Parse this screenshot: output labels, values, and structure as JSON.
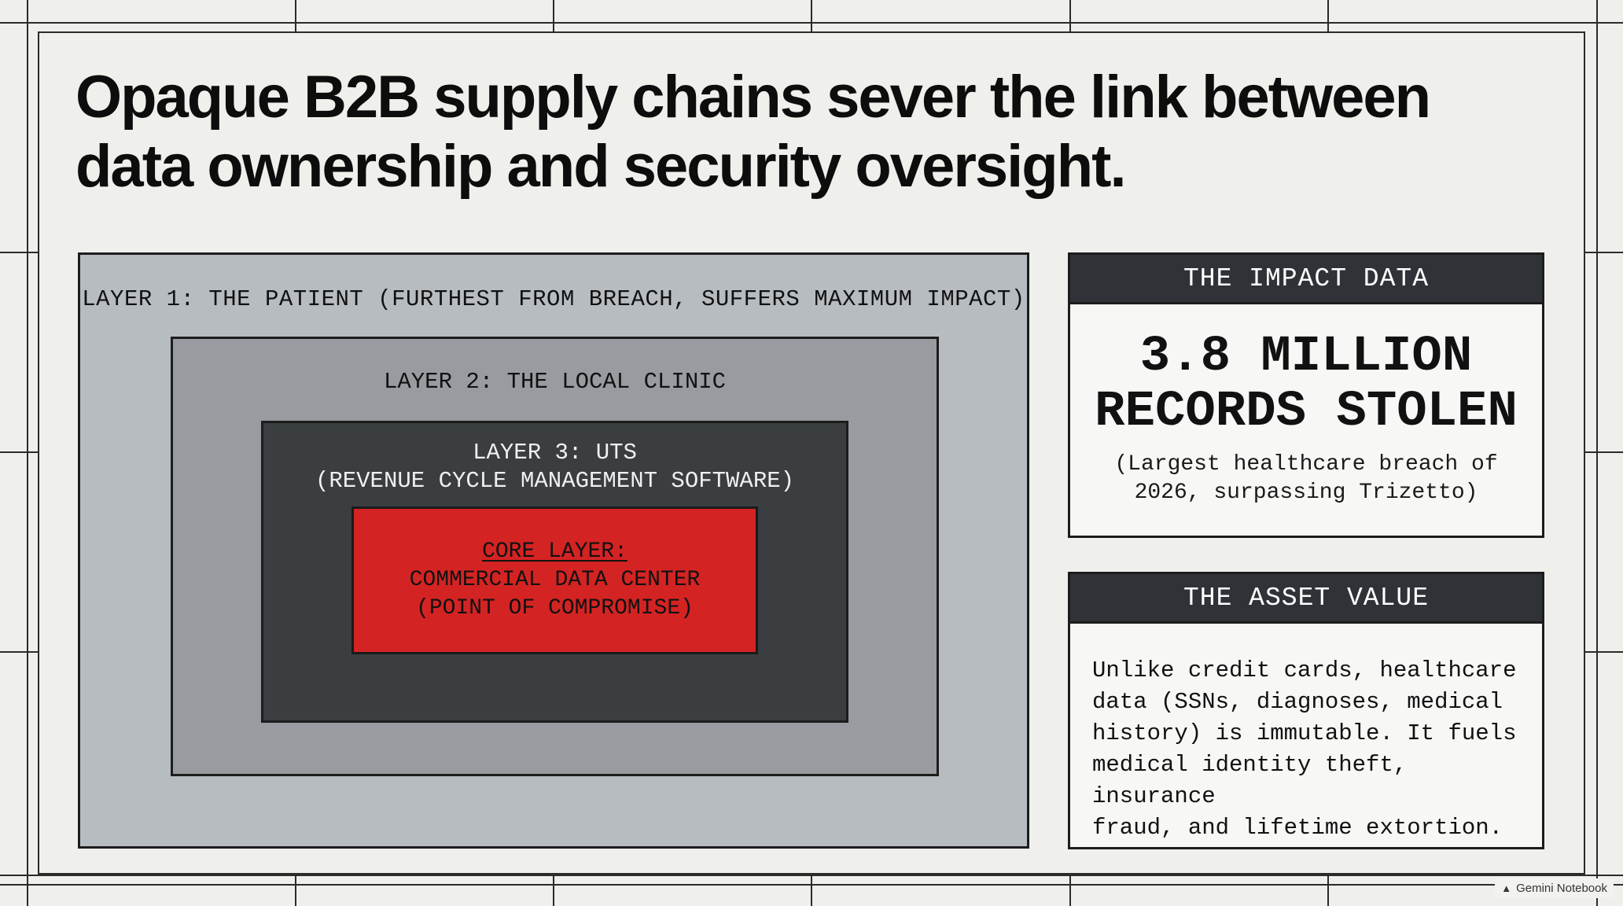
{
  "title": "Opaque B2B supply chains sever the link between data ownership and security oversight.",
  "diagram": {
    "layer1": {
      "label": "LAYER 1: THE PATIENT (FURTHEST FROM BREACH, SUFFERS MAXIMUM IMPACT)"
    },
    "layer2": {
      "label": "LAYER 2: THE LOCAL CLINIC"
    },
    "layer3": {
      "label_line1": "LAYER 3: UTS",
      "label_line2": "(REVENUE CYCLE MANAGEMENT SOFTWARE)"
    },
    "core": {
      "title": "CORE LAYER:",
      "line2": "COMMERCIAL DATA CENTER",
      "line3": "(POINT OF COMPROMISE)"
    }
  },
  "impact_card": {
    "header": "THE IMPACT DATA",
    "stat_line1": "3.8 MILLION",
    "stat_line2": "RECORDS STOLEN",
    "note_line1": "(Largest healthcare breach of",
    "note_line2": "2026, surpassing Trizetto)"
  },
  "asset_card": {
    "header": "THE ASSET VALUE",
    "lines": [
      "Unlike credit cards, healthcare",
      "data (SSNs, diagnoses, medical",
      "history) is immutable. It fuels",
      "medical identity theft, insurance",
      "fraud, and lifetime extortion."
    ]
  },
  "watermark": {
    "icon": "gemini-notebook-icon",
    "label": "Gemini Notebook"
  },
  "colors": {
    "background": "#efefec",
    "layer1": "#b7bcc1",
    "layer2": "#989ba0",
    "layer3": "#3a3e41",
    "core": "#d42323",
    "card_header": "#2f3337"
  }
}
